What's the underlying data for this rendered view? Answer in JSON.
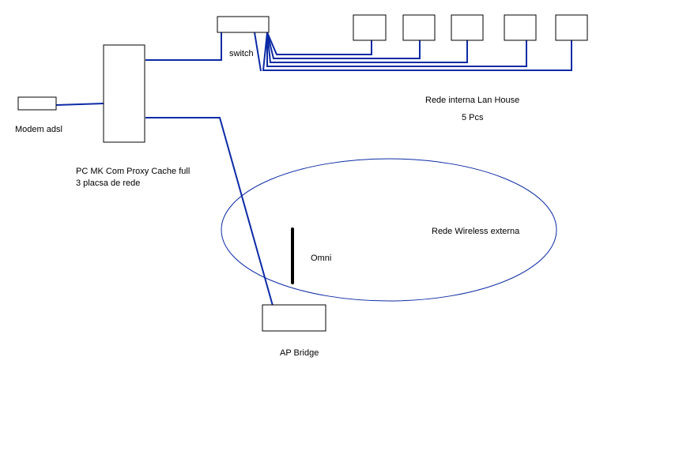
{
  "colors": {
    "link": "#0b2aa6",
    "outline": "#000000",
    "ellipse": "#0b2aa6",
    "antenna": "#000000",
    "background": "#ffffff"
  },
  "labels": {
    "switch": "switch",
    "modem": "Modem adsl",
    "pc_line1": "PC MK Com Proxy Cache full",
    "pc_line2": "3 placsa de rede",
    "lan_title": "Rede interna  Lan House",
    "lan_count": "5 Pcs",
    "wireless": "Rede Wireless externa",
    "omni": "Omni",
    "ap_bridge": "AP Bridge"
  }
}
